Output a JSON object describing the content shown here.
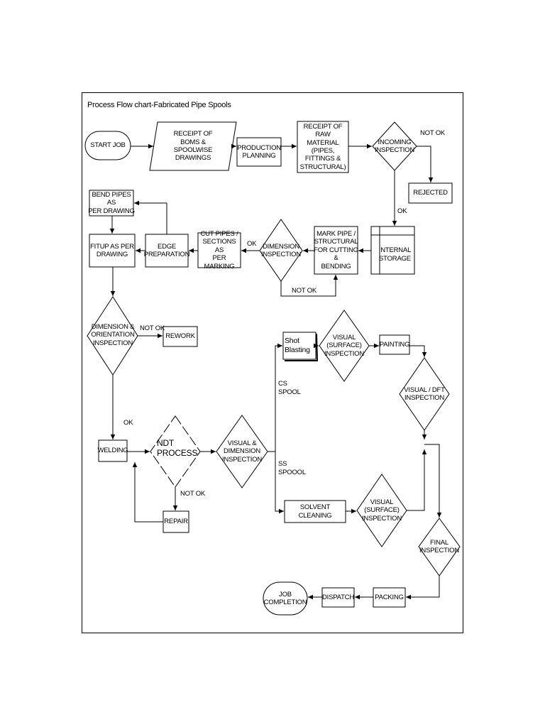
{
  "title": "Process Flow chart-Fabricated Pipe Spools",
  "nodes": {
    "start_job": "START JOB",
    "receipt_boms": "RECEIPT OF\nBOMS &\nSPOOLWISE\nDRAWINGS",
    "production_planning": "PRODUCTION\nPLANNING",
    "receipt_raw_material": "RECEIPT OF RAW\nMATERIAL (PIPES,\nFITTINGS &\nSTRUCTURAL)",
    "incoming_inspection": "INCOMING\nINSPECTION",
    "rejected": "REJECTED",
    "internal_storage": "INTERNAL\nSTORAGE",
    "mark_pipe": "MARK PIPE /\nSTRUCTURAL\nFOR CUTTING &\nBENDING",
    "dimension_inspection": "DIMENSION\nINSPECTION",
    "cut_pipes": "CUT PIPES /\nSECTIONS AS\nPER MARKING",
    "edge_preparation": "EDGE\nPREPARATION",
    "bend_pipes": "BEND PIPES AS\nPER DRAWING",
    "fitup": "FITUP AS PER\nDRAWING",
    "dim_orientation_inspection": "DIMENSION &\nORIENTATION\nINSPECTION",
    "rework": "REWORK",
    "welding": "WELDING",
    "ndt_process": "NDT\nPROCESS",
    "repair": "REPAIR",
    "visual_dimension_inspection": "VISUAL &\nDIMENSION\nINSPECTION",
    "shot_blasting": "Shot\nBlasting",
    "visual_surface_inspection_cs": "VISUAL\n(SURFACE)\nINSPECTION",
    "painting": "PAINTING",
    "visual_dft_inspection": "VISUAL / DFT\nINSPECTION",
    "solvent_cleaning": "SOLVENT CLEANING",
    "visual_surface_inspection_ss": "VISUAL\n(SURFACE)\nINSPECTION",
    "final_inspection": "FINAL\nINSPECTION",
    "packing": "PACKING",
    "dispatch": "DISPATCH",
    "job_completion": "JOB\nCOMPLETION"
  },
  "edge_labels": {
    "incoming_not_ok": "NOT OK",
    "incoming_ok": "OK",
    "dimension_ok": "OK",
    "dimension_not_ok": "NOT OK",
    "orientation_not_ok": "NOT OK",
    "orientation_ok": "OK",
    "ndt_not_ok": "NOT OK",
    "cs_spool": "CS\nSPOOL",
    "ss_spool": "SS\nSPOOOL"
  }
}
